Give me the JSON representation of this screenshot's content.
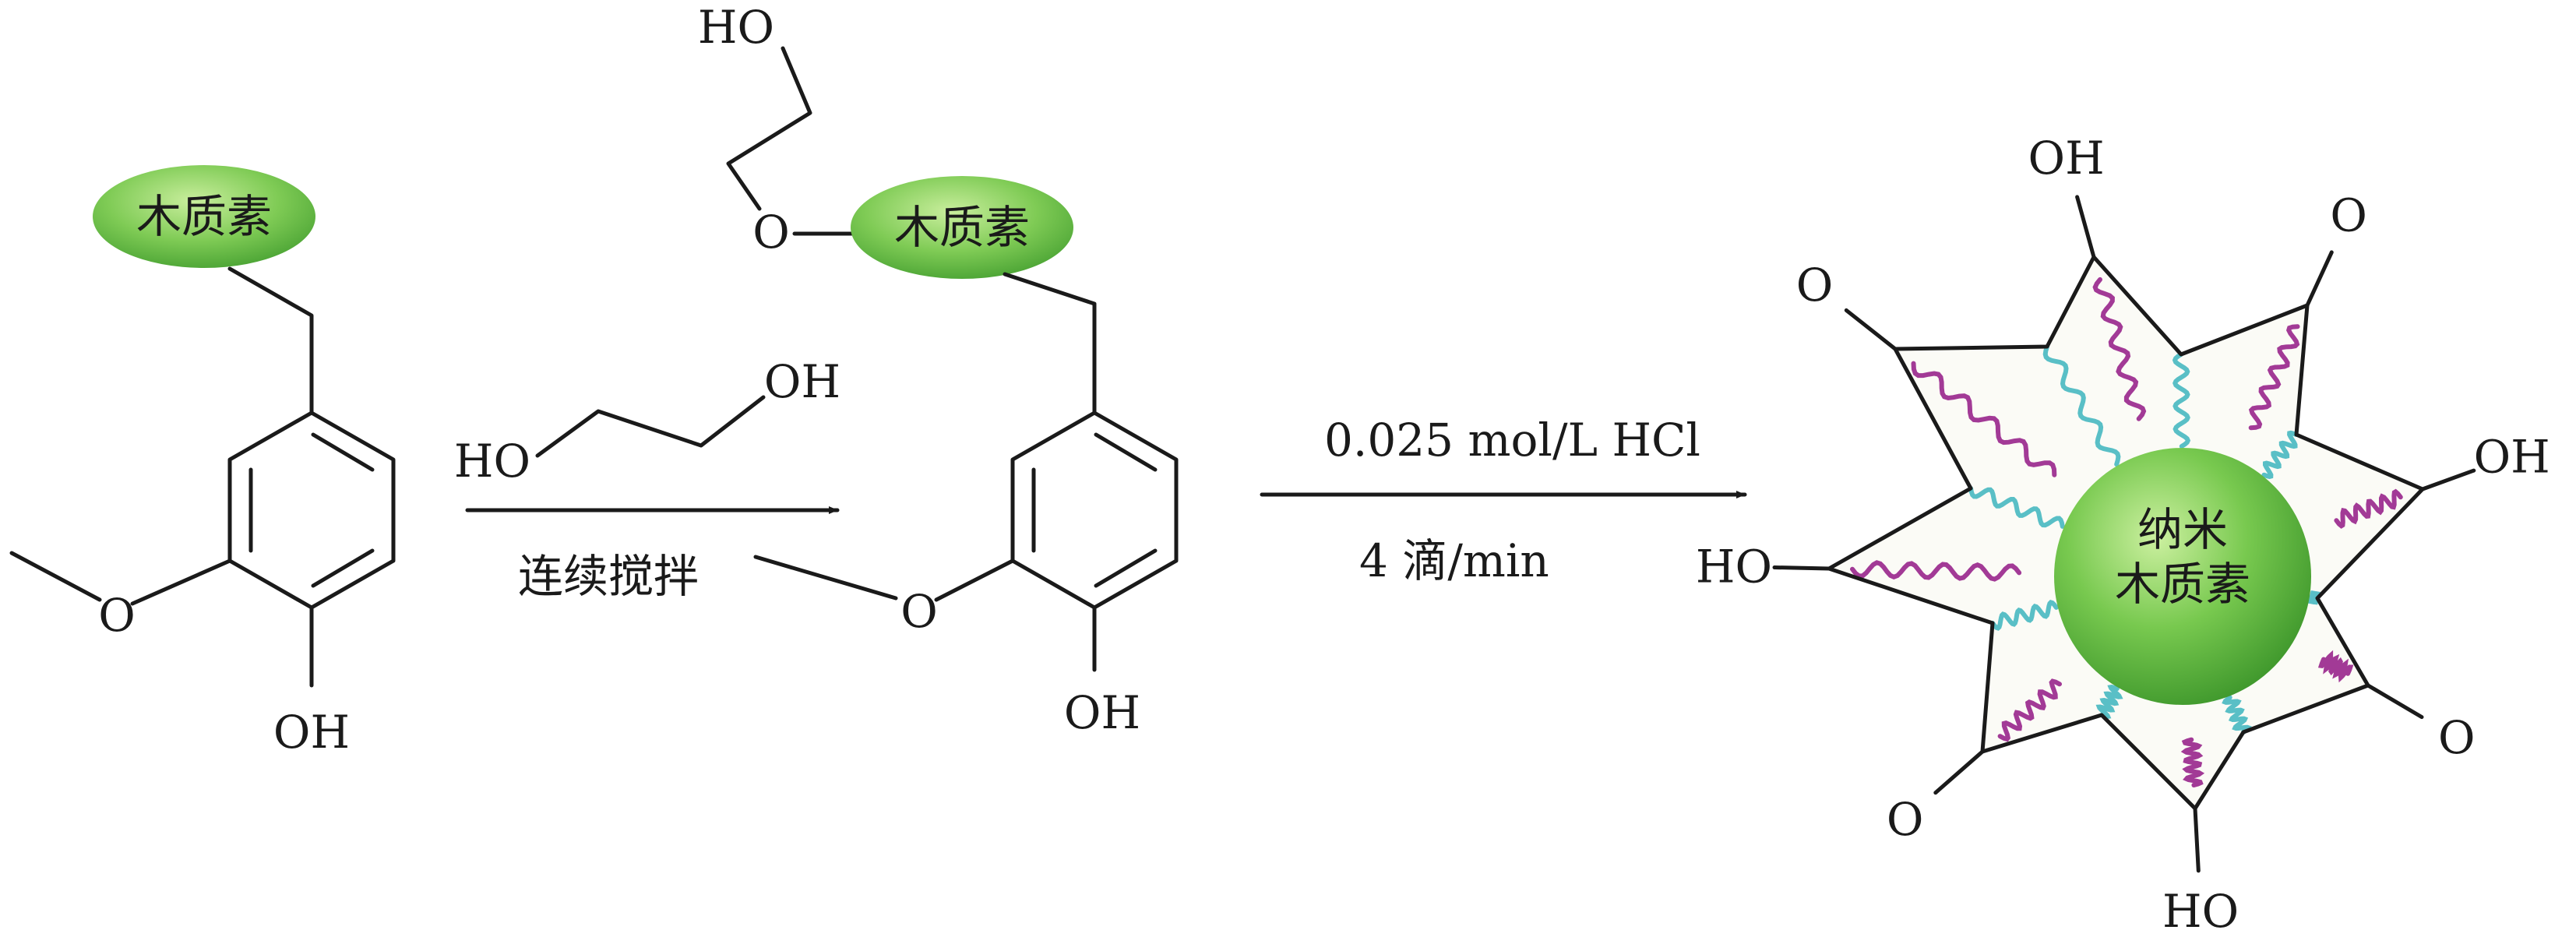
{
  "colors": {
    "lignin_green": "#6cc046",
    "lignin_green_light": "#c9ee9d",
    "wave_purple": "#a23a96",
    "wave_cyan": "#59bfc6",
    "line": "#1a1a1a"
  },
  "molecule1": {
    "lignin_label": "木质素",
    "oh": "OH",
    "o": "O"
  },
  "reagent": {
    "ho": "HO",
    "oh": "OH"
  },
  "step1": {
    "condition": "连续搅拌"
  },
  "molecule2": {
    "lignin_label": "木质素",
    "ho": "HO",
    "o_ether": "O",
    "o_aryl": "O",
    "oh": "OH"
  },
  "step2": {
    "condition_top": "0.025 mol/L HCl",
    "condition_bottom": "4 滴/min"
  },
  "product": {
    "core_line1": "纳米",
    "core_line2": "木质素",
    "termini": [
      "HO",
      "O",
      "OH",
      "O",
      "OH",
      "O",
      "HO",
      "O"
    ]
  }
}
